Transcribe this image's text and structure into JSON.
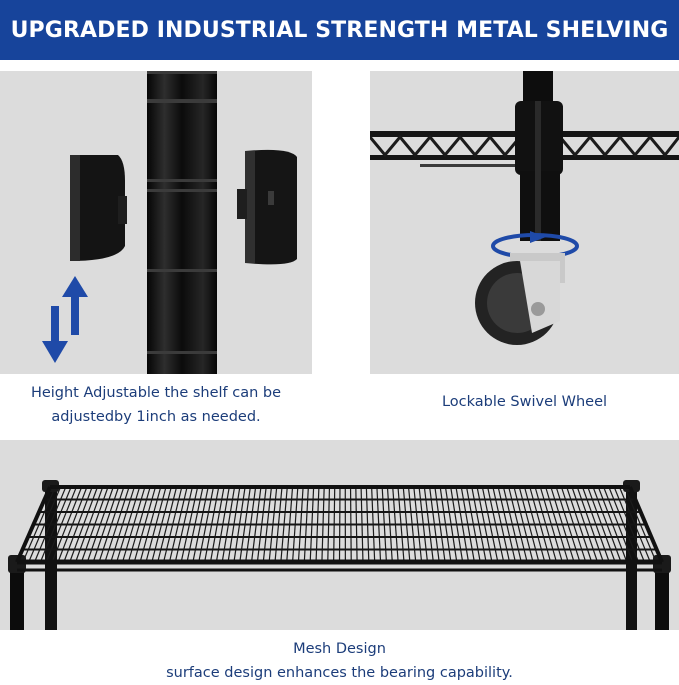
{
  "banner": {
    "title": "UPGRADED INDUSTRIAL STRENGTH METAL SHELVING"
  },
  "features": [
    {
      "caption_lines": [
        "Height Adjustable the shelf can be",
        "adjustedby 1inch as needed."
      ]
    },
    {
      "caption_lines": [
        "Lockable Swivel Wheel"
      ]
    },
    {
      "caption_lines": [
        "Mesh Design",
        "surface design enhances the bearing capability."
      ]
    }
  ],
  "colors": {
    "banner": "#17449b",
    "caption": "#1c3d7a",
    "panel": "#dcdcdc",
    "metal": "#111111",
    "arrow": "#1f4aa8"
  },
  "icons": [
    "up-arrow-icon",
    "down-arrow-icon",
    "rotation-arrow-icon"
  ]
}
